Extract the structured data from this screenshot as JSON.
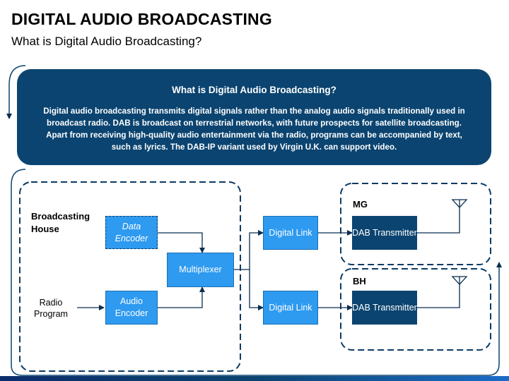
{
  "header": {
    "title": "DIGITAL AUDIO BROADCASTING",
    "subtitle": "What is Digital Audio Broadcasting?"
  },
  "info": {
    "heading": "What is Digital Audio Broadcasting?",
    "body": "Digital audio broadcasting transmits digital signals rather than the analog audio signals traditionally used in broadcast radio. DAB is broadcast on terrestrial networks, with future prospects for satellite broadcasting. Apart from receiving high-quality audio entertainment via the radio, programs can be accompanied by text, such as lyrics. The DAB-IP variant used by Virgin U.K. can support video."
  },
  "diagram": {
    "broadcasting_house_label": "Broadcasting House",
    "radio_program_label": "Radio Program",
    "data_encoder": "Data Encoder",
    "audio_encoder": "Audio Encoder",
    "multiplexer": "Multiplexer",
    "digital_link_top": "Digital Link",
    "digital_link_bottom": "Digital Link",
    "site_top_label": "MG",
    "site_bottom_label": "BH",
    "dab_transmitter_top": "DAB Transmitter",
    "dab_transmitter_bottom": "DAB Transmitter"
  },
  "colors": {
    "navy": "#0b4470",
    "light_blue": "#2e9af0"
  }
}
